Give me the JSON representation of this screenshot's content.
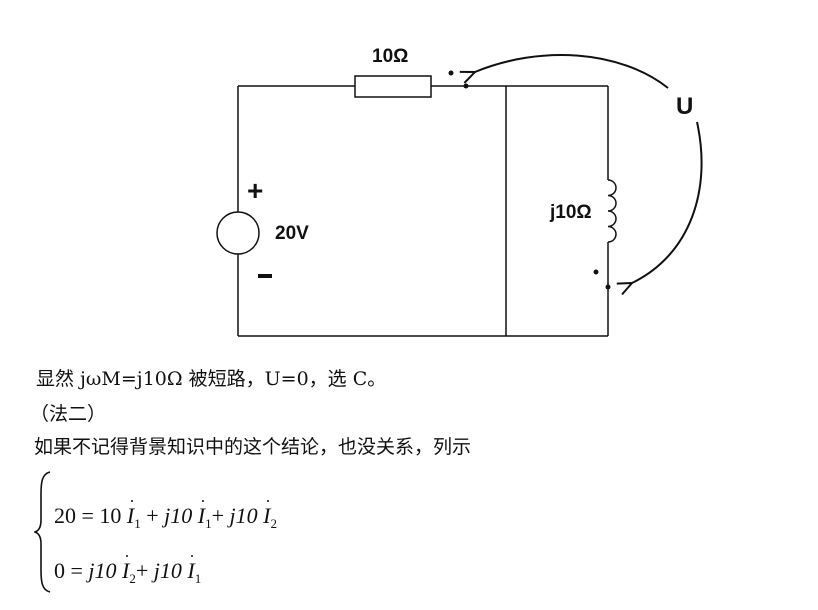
{
  "circuit": {
    "resistor_label": "10Ω",
    "source_label": "20V",
    "plus_sign": "+",
    "minus_sign": "-",
    "inductor_label": "j10Ω",
    "voltage_label": "U"
  },
  "text": {
    "line1": "显然 jωM=j10Ω 被短路，U=0，选 C。",
    "line2": "（法二）",
    "line3": "如果不记得背景知识中的这个结论，也没关系，列示"
  },
  "equations": {
    "eq1": {
      "lhs": "20 = 10",
      "t1_var": "I",
      "t1_sub": "1",
      "plus1": " + ",
      "t2_coef": "j10 ",
      "t2_var": "I",
      "t2_sub": "1",
      "plus2": "+ ",
      "t3_coef": "j10 ",
      "t3_var": "I",
      "t3_sub": "2"
    },
    "eq2": {
      "lhs": "0 = ",
      "t1_coef": "j10 ",
      "t1_var": "I",
      "t1_sub": "2",
      "plus1": "+ ",
      "t2_coef": "j10 ",
      "t2_var": "I",
      "t2_sub": "1"
    }
  }
}
